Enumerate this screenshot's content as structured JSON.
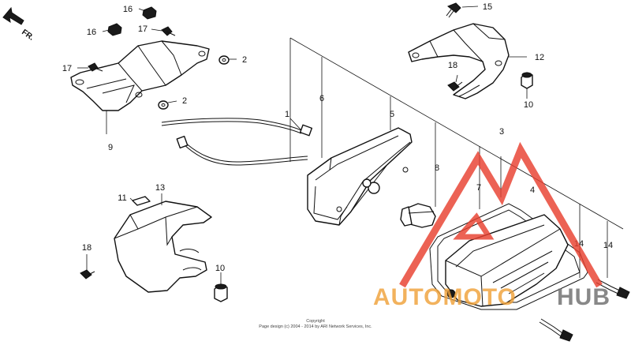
{
  "direction_label": "FR.",
  "callouts": [
    "1",
    "2",
    "2",
    "3",
    "4",
    "5",
    "6",
    "7",
    "8",
    "9",
    "10",
    "10",
    "11",
    "12",
    "13",
    "14",
    "14",
    "15",
    "16",
    "16",
    "17",
    "17",
    "18",
    "18"
  ],
  "watermark": {
    "brand_part1": "AUTOMOTO",
    "brand_part2": "HUB",
    "colors": {
      "red": "#e8402f",
      "orange": "#f0a23a",
      "gray": "#6e6e6e"
    }
  },
  "copyright": {
    "line1": "Copyright",
    "line2": "Page design (c) 2004 - 2014 by ARI Network Services, Inc."
  }
}
